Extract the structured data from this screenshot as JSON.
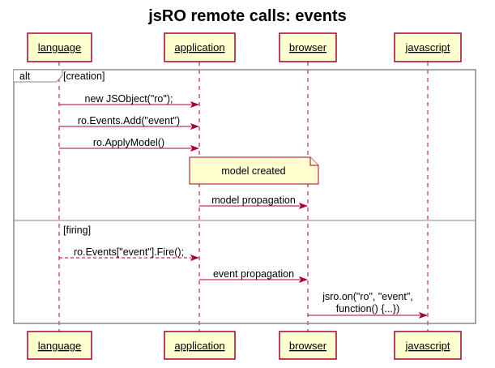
{
  "title": "jsRO remote calls: events",
  "colors": {
    "participant_fill": "#FEFECE",
    "participant_stroke": "#A80036",
    "lifeline": "#A80036",
    "arrow": "#A80036",
    "frame": "#888888",
    "note_fill": "#FBFB77"
  },
  "participants": [
    {
      "id": "language",
      "label": "language"
    },
    {
      "id": "application",
      "label": "application"
    },
    {
      "id": "browser",
      "label": "browser"
    },
    {
      "id": "javascript",
      "label": "javascript"
    }
  ],
  "frame": {
    "keyword": "alt",
    "sections": [
      {
        "guard": "[creation]"
      },
      {
        "guard": "[firing]"
      }
    ]
  },
  "messages": [
    {
      "from": "language",
      "to": "application",
      "lines": [
        "new JSObject(\"ro\");"
      ],
      "style": "solid"
    },
    {
      "from": "language",
      "to": "application",
      "lines": [
        "ro.Events.Add(\"event\")"
      ],
      "style": "solid"
    },
    {
      "from": "language",
      "to": "application",
      "lines": [
        "ro.ApplyModel()"
      ],
      "style": "solid"
    },
    {
      "from": "application",
      "to": "browser",
      "lines": [
        "model propagation"
      ],
      "style": "solid"
    },
    {
      "from": "language",
      "to": "application",
      "lines": [
        "ro.Events[\"event\"].Fire();"
      ],
      "style": "dashed"
    },
    {
      "from": "application",
      "to": "browser",
      "lines": [
        "event propagation"
      ],
      "style": "solid"
    },
    {
      "from": "browser",
      "to": "javascript",
      "lines": [
        "jsro.on(\"ro\", \"event\",",
        "function() {...})"
      ],
      "style": "solid"
    }
  ],
  "note": {
    "text": "model created",
    "over": [
      "application",
      "browser"
    ]
  }
}
